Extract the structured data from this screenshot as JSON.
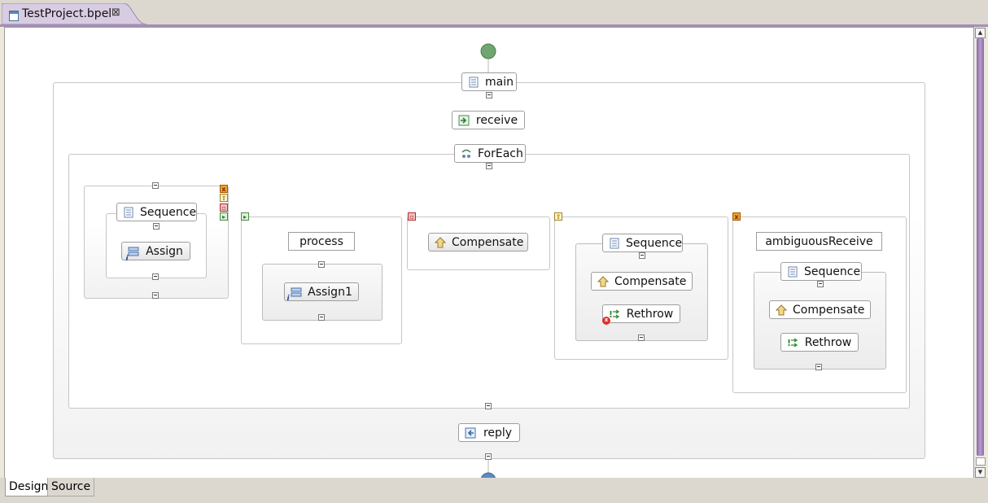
{
  "editor_tab": {
    "title": "TestProject.bpel",
    "close_icon": "close-icon"
  },
  "bottom_tabs": [
    {
      "label": "Design",
      "active": true
    },
    {
      "label": "Source",
      "active": false
    }
  ],
  "colors": {
    "tab_accent": "#a38fb5",
    "catch_all_link": "#d88a1a",
    "compensation_link": "#d03030",
    "termination_link": "#6a9ab0"
  },
  "diagram": {
    "process": {
      "label": "main",
      "icon": "sequence-icon"
    },
    "receive": {
      "label": "receive",
      "icon": "receive-icon"
    },
    "foreach": {
      "label": "ForEach",
      "icon": "foreach-icon"
    },
    "scope_sequence": {
      "label": "Sequence",
      "icon": "sequence-icon"
    },
    "assign": {
      "label": "Assign",
      "icon": "assign-icon"
    },
    "event_handler": {
      "label": "process"
    },
    "assign1": {
      "label": "Assign1",
      "icon": "assign-icon"
    },
    "compensation_handler": {
      "label": "Compensate",
      "icon": "compensate-icon"
    },
    "termination_sequence": {
      "label": "Sequence",
      "icon": "sequence-icon"
    },
    "termination_compensate": {
      "label": "Compensate",
      "icon": "compensate-icon"
    },
    "termination_rethrow": {
      "label": "Rethrow",
      "icon": "rethrow-icon"
    },
    "catch_label": {
      "label": "ambiguousReceive"
    },
    "catch_sequence": {
      "label": "Sequence",
      "icon": "sequence-icon"
    },
    "catch_compensate": {
      "label": "Compensate",
      "icon": "compensate-icon"
    },
    "catch_rethrow": {
      "label": "Rethrow",
      "icon": "rethrow-icon"
    },
    "reply": {
      "label": "reply",
      "icon": "reply-icon"
    }
  }
}
